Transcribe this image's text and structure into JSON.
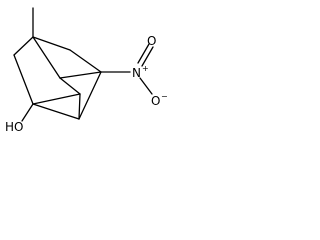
{
  "molecule": {
    "atom_labels": {
      "nitro_n": "N",
      "nitro_n_charge": "+",
      "nitro_o_double": "O",
      "nitro_o_single": "O",
      "nitro_o_charge": "−",
      "hydroxyl": "HO"
    }
  }
}
